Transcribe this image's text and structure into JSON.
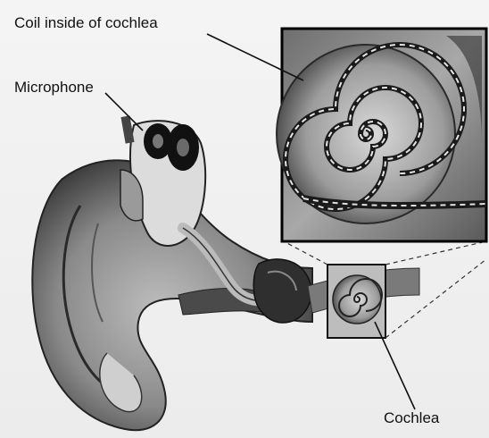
{
  "labels": {
    "coil": "Coil inside of cochlea",
    "microphone": "Microphone",
    "cochlea": "Cochlea"
  }
}
